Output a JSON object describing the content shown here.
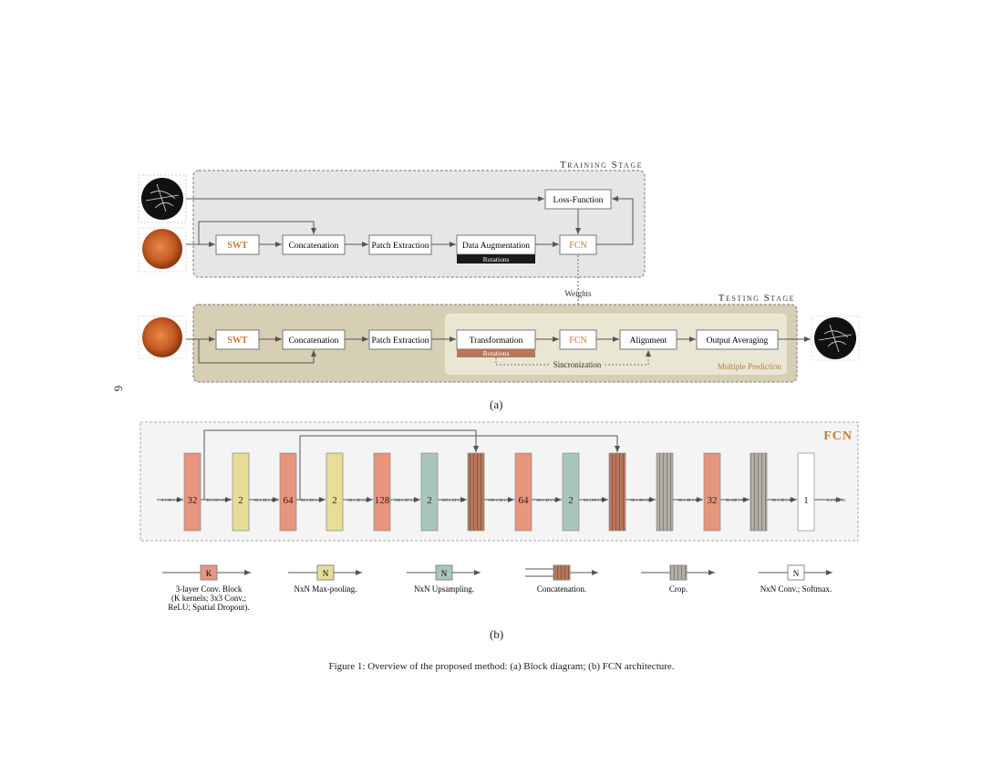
{
  "page_number": "6",
  "figure": {
    "caption": "Figure 1: Overview of the proposed method: (a) Block diagram; (b) FCN architecture.",
    "sub_a_label": "(a)",
    "sub_b_label": "(b)"
  },
  "training": {
    "stage_label": "Training Stage",
    "swt": "SWT",
    "concat": "Concatenation",
    "patch": "Patch Extraction",
    "augment": "Data Augmentation",
    "rotations": "Rotations",
    "fcn": "FCN",
    "loss": "Loss-Function"
  },
  "weights_label": "Weights",
  "testing": {
    "stage_label": "Testing Stage",
    "swt": "SWT",
    "concat": "Concatenation",
    "patch": "Patch Extraction",
    "transform": "Transformation",
    "rotations": "Rotations",
    "fcn": "FCN",
    "align": "Alignment",
    "avg": "Output Averaging",
    "sync": "Sincronization",
    "multi": "Multiple Prediction"
  },
  "fcn": {
    "title": "FCN",
    "blocks": [
      "32",
      "2",
      "64",
      "2",
      "128",
      "2",
      "",
      "64",
      "2",
      "",
      "",
      "32",
      "",
      "1"
    ],
    "dims": [
      "4 x 88 x 88",
      "32 x 88 x 88",
      "32 x 44 x 44",
      "64 x 44 x 44",
      "64 x 22 x 22",
      "128 x 22 x 22",
      "128 x 44 x 44",
      "192 x 44 x 44",
      "64 x 44 x 44",
      "64 x 88 x 88",
      "96 x 88 x 88",
      "96 x 38 x 38",
      "32 x38 x 38",
      "32 x 32 x 32",
      "2 x 32 x 32"
    ]
  },
  "legend": {
    "conv": {
      "symbol": "K",
      "text": [
        "3-layer Conv. Block",
        "(K kernels; 3x3 Conv.;",
        "ReLU; Spatial Dropout)."
      ]
    },
    "pool": {
      "symbol": "N",
      "text": "NxN Max-pooling."
    },
    "up": {
      "symbol": "N",
      "text": "NxN Upsampling."
    },
    "concat": {
      "text": "Concatenation."
    },
    "crop": {
      "text": "Crop."
    },
    "softmax": {
      "symbol": "N",
      "text": "NxN Conv.; Softmax."
    }
  },
  "colors": {
    "conv": "#e8957d",
    "pool": "#e8dd95",
    "up": "#a9c6bd",
    "concat": "#b8775a",
    "crop": "#b3aea7",
    "accent": "#c97832",
    "training_bg": "#e6e6e6",
    "testing_bg": "#d6cfb4",
    "multi_bg": "#e9e6d4"
  }
}
